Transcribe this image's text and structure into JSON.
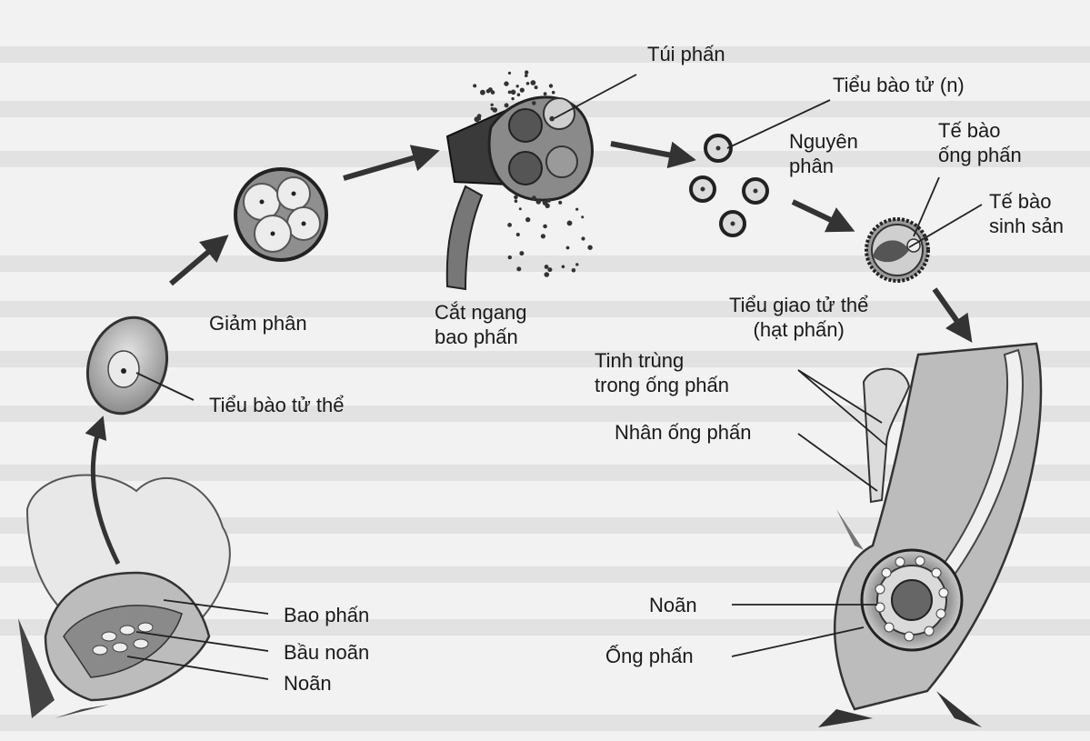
{
  "labels": {
    "tui_phan": "Túi phấn",
    "tieu_bao_tu_n": "Tiểu bào tử (n)",
    "nguyen_phan_1": "Nguyên",
    "nguyen_phan_2": "phân",
    "te_bao_ong_phan_1": "Tế bào",
    "te_bao_ong_phan_2": "ống phấn",
    "te_bao_sinh_san_1": "Tế bào",
    "te_bao_sinh_san_2": "sinh sản",
    "giam_phan": "Giảm phân",
    "cat_ngang_1": "Cắt ngang",
    "cat_ngang_2": "bao phấn",
    "tieu_giao_tu_the_1": "Tiểu giao tử thể",
    "tieu_giao_tu_the_2": "(hạt phấn)",
    "tinh_trung_1": "Tinh trùng",
    "tinh_trung_2": "trong ống phấn",
    "nhan_ong_phan": "Nhân ống phấn",
    "tieu_bao_tu_the": "Tiểu bào tử thể",
    "bao_phan": "Bao phấn",
    "bau_noan": "Bầu noãn",
    "noan_left": "Noãn",
    "noan_right": "Noãn",
    "ong_phan": "Ống phấn"
  },
  "colors": {
    "background": "#f2f2f2",
    "ink": "#1a1a1a",
    "cell_gray": "#9a9a9a"
  }
}
